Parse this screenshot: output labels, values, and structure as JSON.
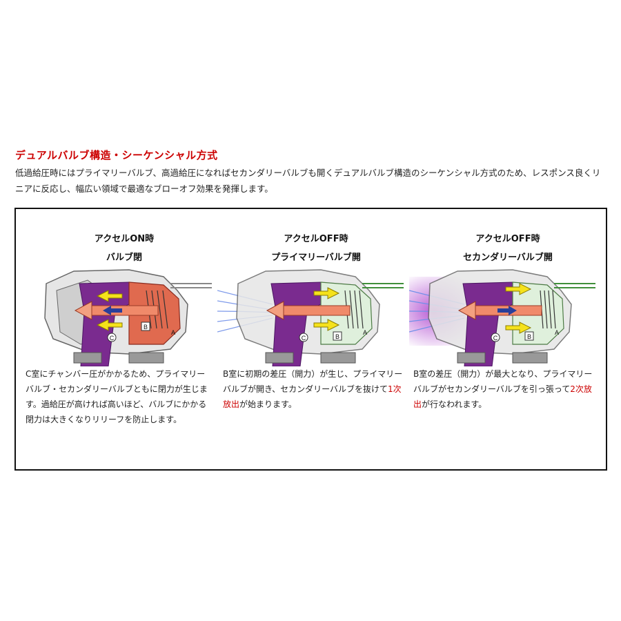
{
  "section": {
    "title": "デュアルバルブ構造・シーケンシャル方式",
    "intro": "低過給圧時にはプライマリーバルブ、高過給圧になればセカンダリーバルブも開くデュアルバルブ構造のシーケンシャル方式のため、レスポンス良くリニアに反応し、幅広い領域で最適なブローオフ効果を発揮します。"
  },
  "panels": [
    {
      "heading1": "アクセルON時",
      "heading2": "バルブ閉",
      "caption": "C室にチャンバー圧がかかるため、プライマリーバルブ・セカンダリーバルブともに閉力が生じます。過給圧が高ければ高いほど、バルブにかかる閉力は大きくなりリリーフを防止します。",
      "labels": {
        "a": "A",
        "b": "B",
        "c": "C"
      }
    },
    {
      "heading1": "アクセルOFF時",
      "heading2": "プライマリーバルブ開",
      "caption_pre": "B室に初期の差圧（開力）が生じ、プライマリーバルブが開き、セカンダリーバルブを抜けて",
      "caption_hl": "1次放出",
      "caption_post": "が始まります。",
      "labels": {
        "a": "A",
        "b": "B",
        "c": "C"
      }
    },
    {
      "heading1": "アクセルOFF時",
      "heading2": "セカンダリーバルブ開",
      "caption_pre": "B室の差圧（開力）が最大となり、プライマリーバルブがセカンダリーバルブを引っ張って",
      "caption_hl": "2次放出",
      "caption_post": "が行なわれます。",
      "labels": {
        "a": "A",
        "b": "B",
        "c": "C"
      }
    }
  ],
  "colors": {
    "accent_red": "#cc0000",
    "chamber_purple": "#7a2b8f",
    "piston_red": "#d94b36",
    "arrow_yellow": "#f5e21b",
    "arrow_blue": "#2a3f9a",
    "flow_blue": "#6f8fe8"
  }
}
